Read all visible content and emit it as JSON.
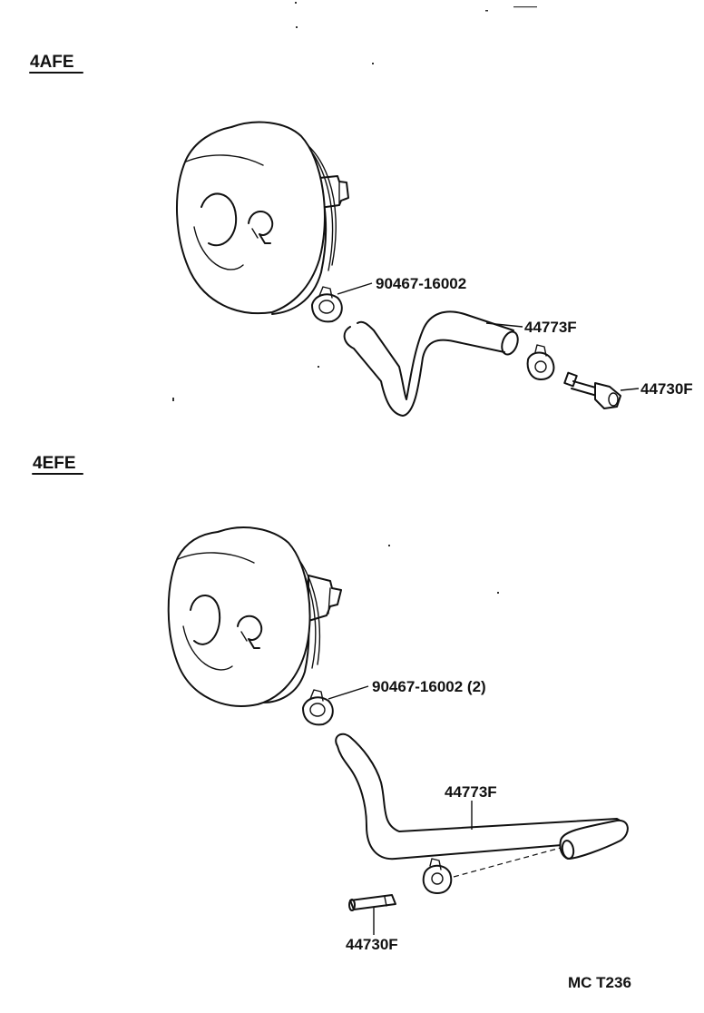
{
  "sections": [
    {
      "title": "4AFE",
      "labels": {
        "clip": "90467-16002",
        "hose": "44773F",
        "valve": "44730F"
      }
    },
    {
      "title": "4EFE",
      "labels": {
        "clip": "90467-16002 (2)",
        "hose": "44773F",
        "valve": "44730F"
      }
    }
  ],
  "figure_code": "MC T236"
}
